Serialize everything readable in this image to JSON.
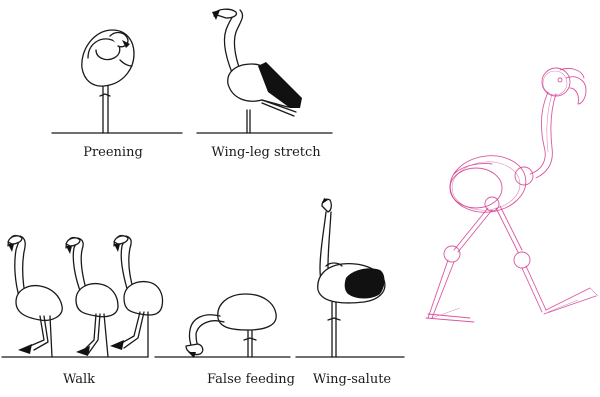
{
  "captions": {
    "preening": "Preening",
    "wing_leg_stretch": "Wing-leg stretch",
    "walk": "Walk",
    "false_feeding": "False feeding",
    "wing_salute": "Wing-salute"
  },
  "colors": {
    "ink": "#1a1a1a",
    "sketch": "#d4398f",
    "background": "#ffffff"
  },
  "icons": {
    "sketch": "pink-construction-sketch-flamingo"
  }
}
